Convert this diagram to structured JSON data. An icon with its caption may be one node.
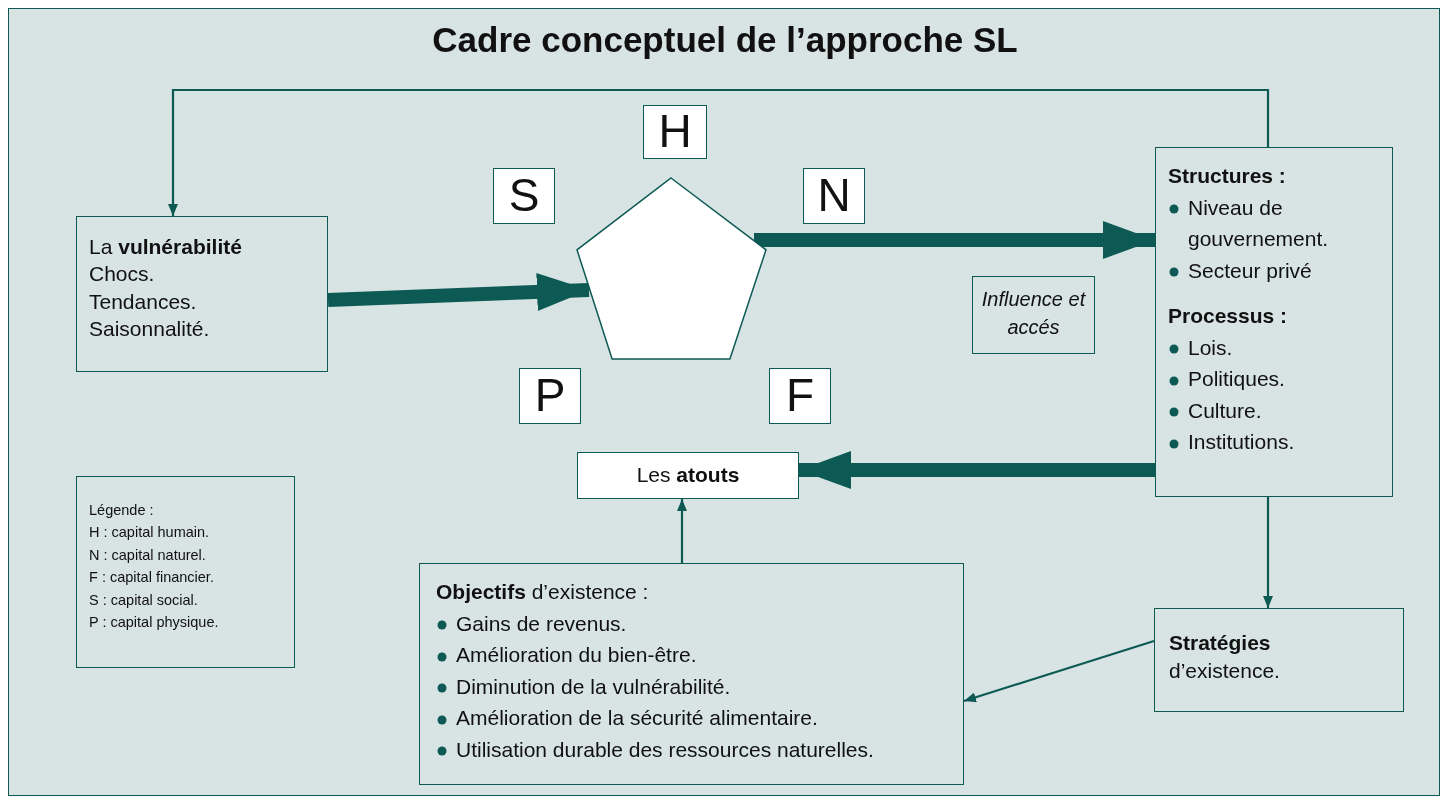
{
  "diagram": {
    "title": "Cadre conceptuel de l’approche SL",
    "nodes": [
      {
        "text": [
          "La **vulnérabilité**",
          "Chocs.",
          "Tendances.",
          "Saisonnalité."
        ]
      },
      {
        "text": [
          "H"
        ]
      },
      {
        "text": [
          "S"
        ]
      },
      {
        "text": [
          "N"
        ]
      },
      {
        "text": [],
        "shape": "pentagon"
      },
      {
        "text": [
          "P"
        ]
      },
      {
        "text": [
          "F"
        ]
      },
      {
        "text": [
          "Structures :",
          "Niveau de gouvernement.",
          "Secteur privé",
          "Processus :",
          "Lois.",
          "Politiques.",
          "Culture.",
          "Institutions."
        ]
      },
      {
        "text": [
          "Influence et accés"
        ]
      },
      {
        "text": [
          "Les **atouts**"
        ]
      },
      {
        "text": [
          "Légende :",
          "H : capital humain.",
          "N : capital naturel.",
          "F : capital financier.",
          "S : capital social.",
          "P : capital physique."
        ]
      },
      {
        "text": [
          "**Objectifs** d’existence :",
          "Gains de revenus.",
          "Amélioration du bien-être.",
          "Diminution de la vulnérabilité.",
          "Amélioration de la sécurité alimentaire.",
          "Utilisation durable des ressources naturelles."
        ]
      },
      {
        "text": [
          "**Stratégies** d’existence."
        ]
      }
    ],
    "edges": [
      {
        "from": 7,
        "to": 0,
        "arrow": "to"
      },
      {
        "from": 0,
        "to": 4,
        "arrow": "to",
        "style": "thick"
      },
      {
        "from": 4,
        "to": 7,
        "arrow": "to",
        "style": "thick"
      },
      {
        "from": 7,
        "to": 9,
        "arrow": "to",
        "style": "thick"
      },
      {
        "from": 7,
        "to": 12,
        "arrow": "to"
      },
      {
        "from": 12,
        "to": 11,
        "arrow": "to"
      },
      {
        "from": 11,
        "to": 9,
        "arrow": "to"
      }
    ]
  }
}
